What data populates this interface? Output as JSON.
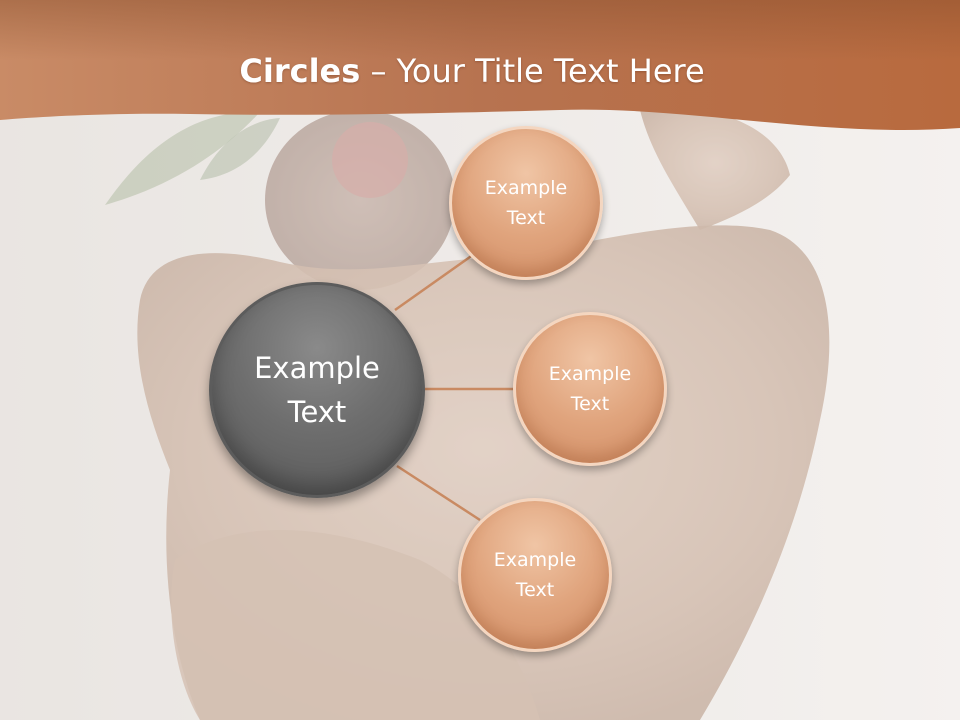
{
  "slide": {
    "title_bold": "Circles",
    "title_rest": " – Your Title Text Here"
  },
  "diagram": {
    "center": {
      "line1": "Example",
      "line2": "Text"
    },
    "nodes": [
      {
        "line1": "Example",
        "line2": "Text"
      },
      {
        "line1": "Example",
        "line2": "Text"
      },
      {
        "line1": "Example",
        "line2": "Text"
      }
    ]
  },
  "colors": {
    "header_accent": "#b86a3e",
    "center_circle": "#6e6e6e",
    "node_circle": "#e0a47d",
    "connector": "#c98a62"
  }
}
